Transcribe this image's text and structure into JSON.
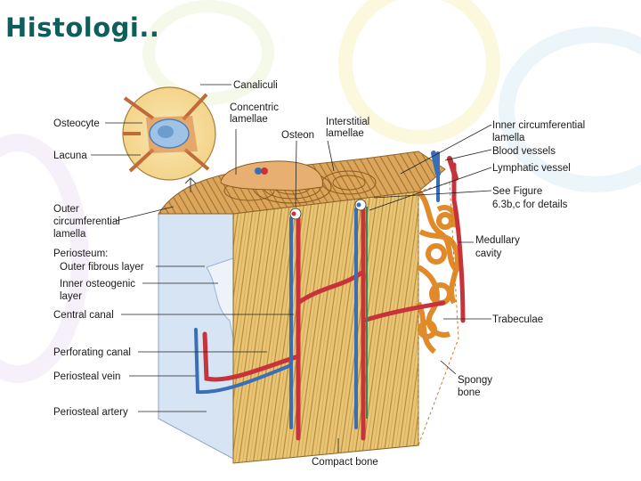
{
  "slide": {
    "title": "Histologi.."
  },
  "diagram": {
    "labels": {
      "canaliculi": "Canaliculi",
      "osteocyte": "Osteocyte",
      "concentric_lamellae_1": "Concentric",
      "concentric_lamellae_2": "lamellae",
      "interstitial_lamellae_1": "Interstitial",
      "interstitial_lamellae_2": "lamellae",
      "osteon": "Osteon",
      "lacuna": "Lacuna",
      "inner_circumferential_1": "Inner circumferential",
      "inner_circumferential_2": "lamella",
      "blood_vessels": "Blood vessels",
      "lymphatic_vessel": "Lymphatic vessel",
      "see_figure_1": "See Figure",
      "see_figure_2": "6.3b,c for details",
      "outer_circumferential_1": "Outer",
      "outer_circumferential_2": "circumferential",
      "outer_circumferential_3": "lamella",
      "medullary_cavity_1": "Medullary",
      "medullary_cavity_2": "cavity",
      "periosteum": "Periosteum:",
      "outer_fibrous_layer": "Outer fibrous layer",
      "inner_osteogenic_1": "Inner osteogenic",
      "inner_osteogenic_2": "layer",
      "central_canal": "Central canal",
      "trabeculae": "Trabeculae",
      "perforating_canal": "Perforating canal",
      "periosteal_vein": "Periosteal vein",
      "spongy_bone_1": "Spongy",
      "spongy_bone_2": "bone",
      "periosteal_artery": "Periosteal artery",
      "compact_bone": "Compact bone"
    }
  },
  "colors": {
    "title": "#0e5f5c",
    "bone": "#e9c675",
    "bone_dark": "#b98a3a",
    "lamellae_top": "#d9883a",
    "artery": "#c8323a",
    "vein": "#3a6fb5",
    "lymph": "#2e8b57",
    "periosteum": "#cfdff0"
  }
}
